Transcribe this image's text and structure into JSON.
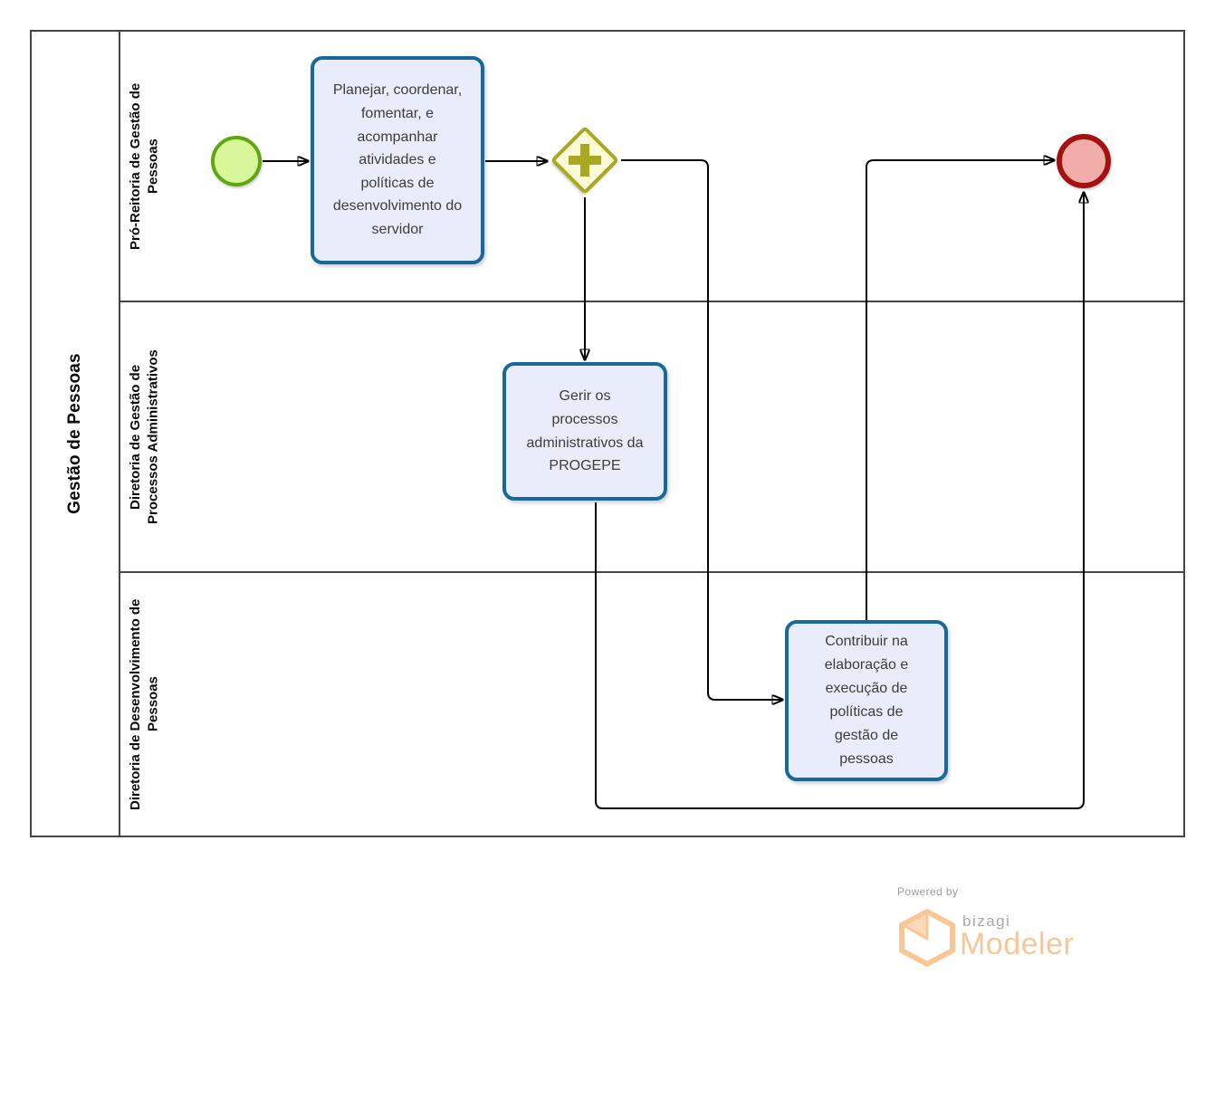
{
  "pool": {
    "title": "Gestão de Pessoas"
  },
  "lanes": [
    {
      "label": "Pró-Reitoria de Gestão de Pessoas"
    },
    {
      "label": "Diretoria de Gestão de Processos Administrativos"
    },
    {
      "label": "Diretoria de Desenvolvimento de Pessoas"
    }
  ],
  "tasks": {
    "planejar": {
      "label": "Planejar, coordenar, fomentar, e acompanhar atividades e políticas de desenvolvimento do servidor"
    },
    "gerir": {
      "label": "Gerir os processos administrativos da PROGEPE"
    },
    "contribuir": {
      "label": "Contribuir na elaboração e execução de políticas de gestão de pessoas"
    }
  },
  "events": {
    "start": {
      "type": "start-event"
    },
    "end": {
      "type": "end-event"
    }
  },
  "gateway": {
    "type": "parallel-gateway"
  },
  "flows": [
    {
      "from": "start-event",
      "to": "task-planejar"
    },
    {
      "from": "task-planejar",
      "to": "parallel-gateway"
    },
    {
      "from": "parallel-gateway",
      "to": "task-gerir"
    },
    {
      "from": "parallel-gateway",
      "to": "task-contribuir"
    },
    {
      "from": "task-contribuir",
      "to": "end-event"
    },
    {
      "from": "task-gerir",
      "to": "end-event"
    }
  ],
  "footer": {
    "powered_by": "Powered by",
    "brand": "bizagi",
    "product": "Modeler"
  },
  "colors": {
    "task_border": "#17699c",
    "task_fill": "#e9edfb",
    "start_border": "#5fa60f",
    "start_fill": "#d8f79b",
    "gateway_border": "#a8a821",
    "gateway_fill": "#fbfbd7",
    "end_border": "#a31111",
    "end_fill": "#f1adaa",
    "lane_border": "#454545",
    "flow_line": "#000000",
    "logo_orange": "#f8c795",
    "logo_gray": "#a8a8a8"
  }
}
